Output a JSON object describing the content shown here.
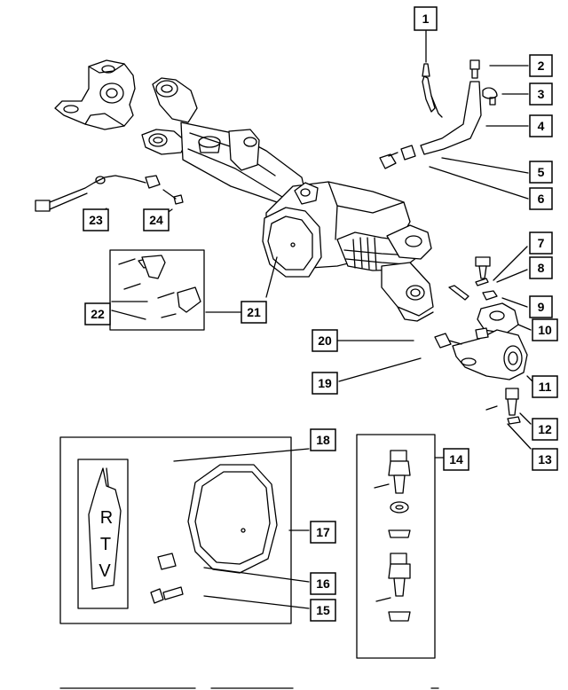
{
  "callouts": {
    "c1": "1",
    "c2": "2",
    "c3": "3",
    "c4": "4",
    "c5": "5",
    "c6": "6",
    "c7": "7",
    "c8": "8",
    "c9": "9",
    "c10": "10",
    "c11": "11",
    "c12": "12",
    "c13": "13",
    "c14": "14",
    "c15": "15",
    "c16": "16",
    "c17": "17",
    "c18": "18",
    "c19": "19",
    "c20": "20",
    "c21": "21",
    "c22": "22",
    "c23": "23",
    "c24": "24"
  },
  "rtv_tube": {
    "letter_1": "R",
    "letter_2": "T",
    "letter_3": "V"
  },
  "colors": {
    "line": "#000000",
    "shade": "#d9d9d9",
    "background": "#ffffff"
  }
}
